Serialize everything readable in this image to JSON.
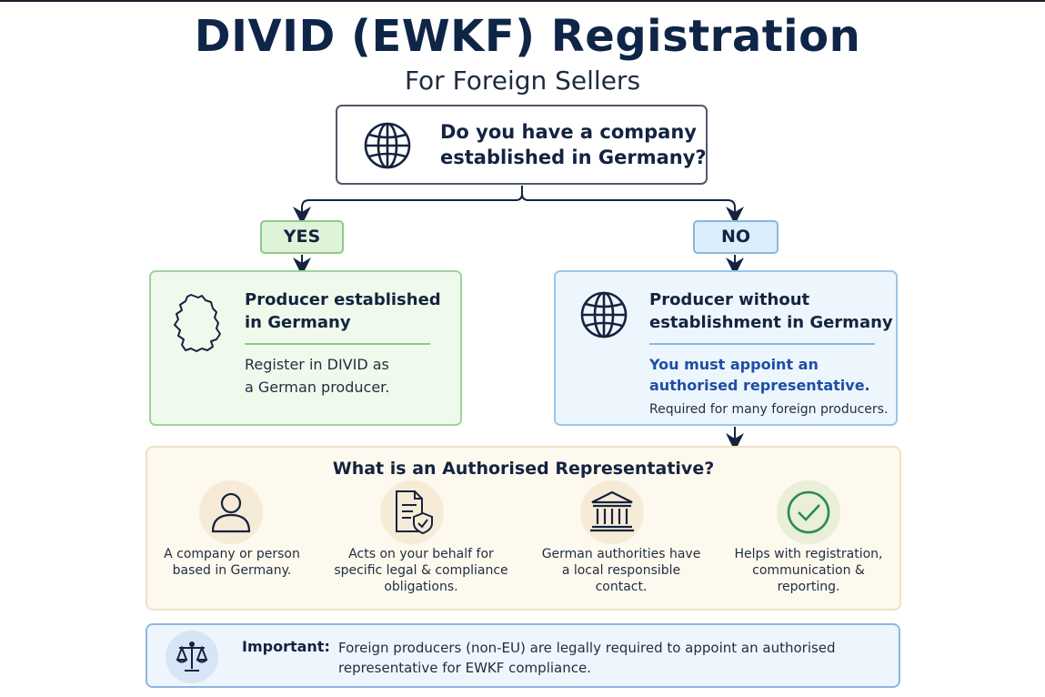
{
  "header": {
    "title": "DIVID (EWKF) Registration",
    "subtitle": "For Foreign Sellers"
  },
  "question": {
    "lines": [
      "Do you have a company",
      "established in Germany?"
    ],
    "icon": "globe-icon"
  },
  "branches": {
    "yes": {
      "label": "YES",
      "title_lines": [
        "Producer established",
        "in Germany"
      ],
      "body_lines": [
        "Register in DIVID as",
        "a German producer."
      ],
      "icon": "germany-map-icon"
    },
    "no": {
      "label": "NO",
      "title_lines": [
        "Producer without",
        "establishment in Germany"
      ],
      "highlight_lines": [
        "You must appoint an",
        "authorised representative."
      ],
      "note": "Required for many foreign producers.",
      "icon": "globe-icon"
    }
  },
  "representative": {
    "title": "What is an Authorised Representative?",
    "steps": [
      {
        "icon": "person-icon",
        "lines": [
          "A company or person",
          "based in Germany."
        ]
      },
      {
        "icon": "document-shield-icon",
        "lines": [
          "Acts on your behalf for",
          "specific legal & compliance",
          "obligations."
        ]
      },
      {
        "icon": "government-building-icon",
        "lines": [
          "German authorities have",
          "a local responsible",
          "contact."
        ]
      },
      {
        "icon": "checkmark-circle-icon",
        "lines": [
          "Helps with registration,",
          "communication &",
          "reporting."
        ]
      }
    ]
  },
  "important": {
    "label": "Important:",
    "lines": [
      "Foreign producers (non-EU) are legally required to appoint an authorised",
      "representative for EWKF compliance."
    ],
    "icon": "scales-icon"
  },
  "colors": {
    "navy": "#0f2548",
    "yes_fill": "#f0faec",
    "yes_border": "#9fd39a",
    "no_fill": "#eef6fd",
    "no_border": "#9cc6e9",
    "highlight_blue": "#1e4ea6",
    "rep_fill": "#fdf9ee",
    "check_green": "#2e8b4e"
  }
}
